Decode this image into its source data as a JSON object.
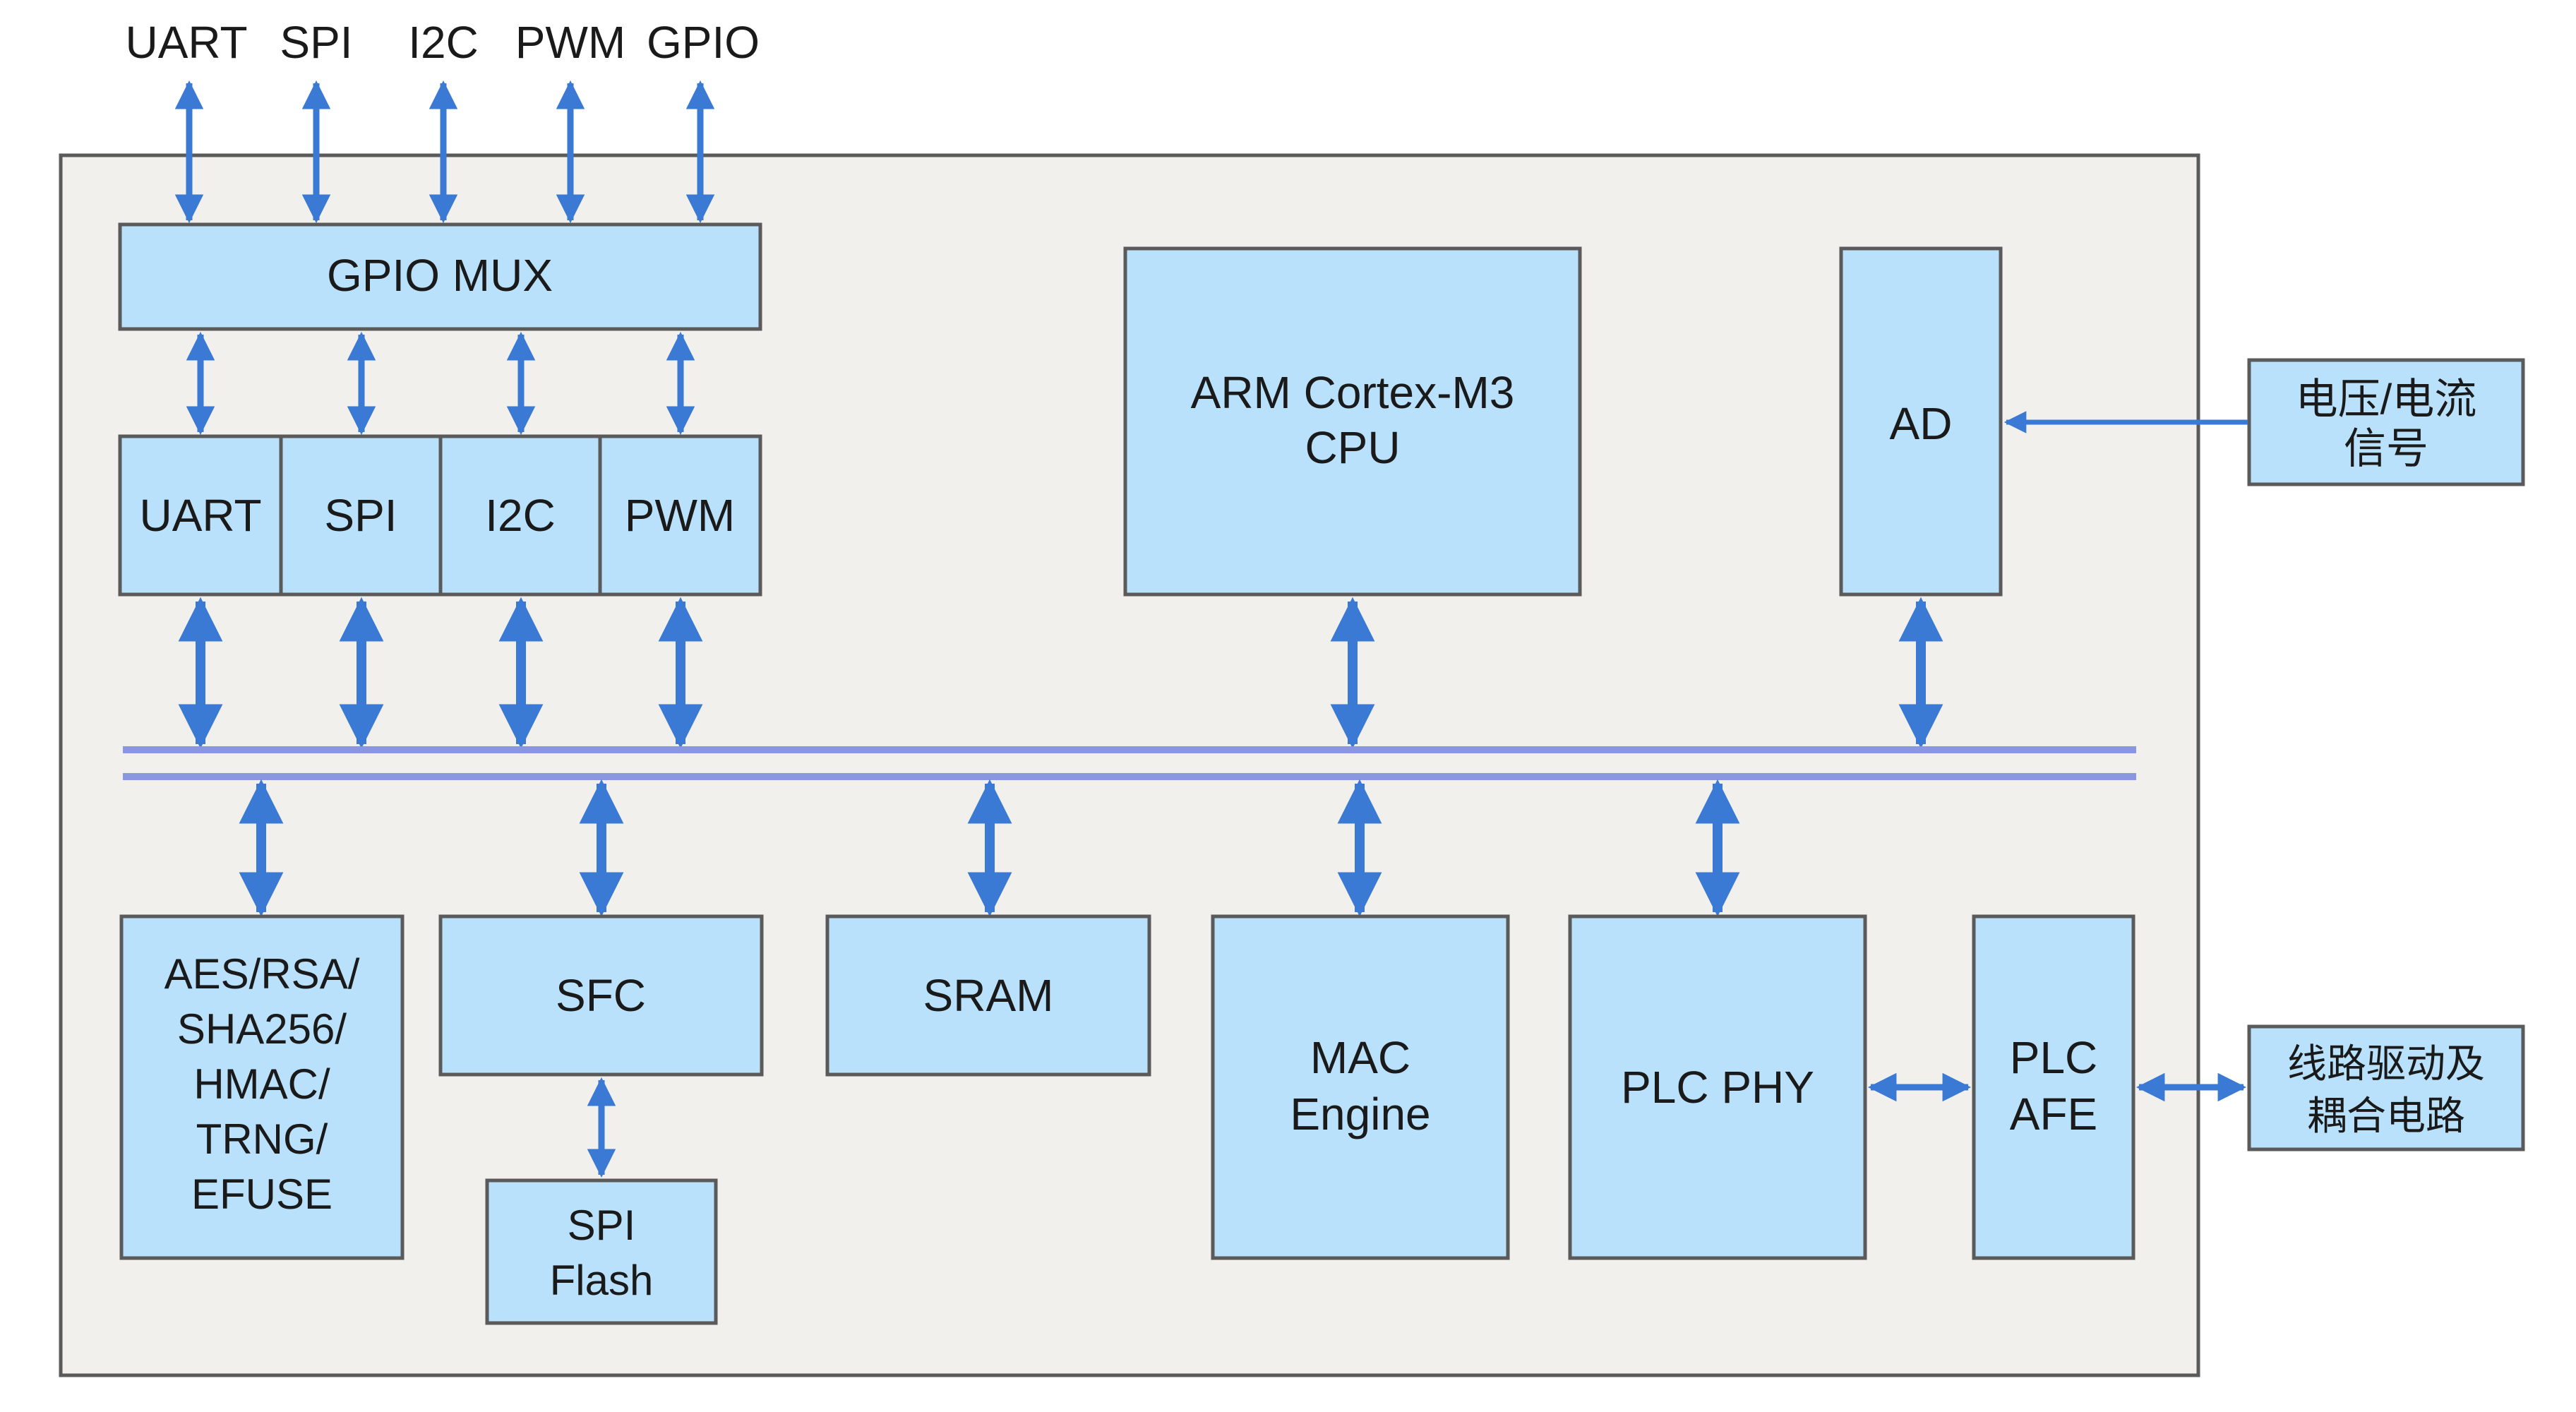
{
  "external_labels": [
    "UART",
    "SPI",
    "I2C",
    "PWM",
    "GPIO"
  ],
  "gpio_mux": "GPIO MUX",
  "peripherals": [
    "UART",
    "SPI",
    "I2C",
    "PWM"
  ],
  "cpu": [
    "ARM Cortex-M3",
    "CPU"
  ],
  "ad": "AD",
  "signal_input": [
    "电压/电流",
    "信号"
  ],
  "crypto": [
    "AES/RSA/",
    "SHA256/",
    "HMAC/",
    "TRNG/",
    "EFUSE"
  ],
  "sfc": "SFC",
  "spi_flash": [
    "SPI",
    "Flash"
  ],
  "sram": "SRAM",
  "mac_engine": [
    "MAC",
    "Engine"
  ],
  "plc_phy": "PLC PHY",
  "plc_afe": [
    "PLC",
    "AFE"
  ],
  "line_driver": [
    "线路驱动及",
    "耦合电路"
  ],
  "colors": {
    "block_fill": "#b9e1fb",
    "chip_background": "#f1f0ed",
    "arrow": "#3a79d4",
    "bus": "#8a96e0",
    "outline": "#5a5a5a"
  }
}
